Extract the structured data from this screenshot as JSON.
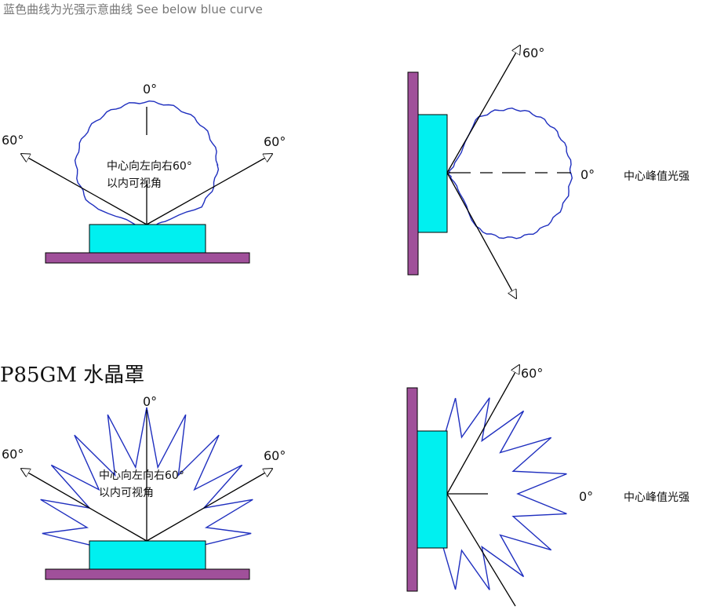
{
  "header": {
    "caption": "蓝色曲线为光强示意曲线  See below blue curve"
  },
  "section2": {
    "title": "P85GM 水晶罩"
  },
  "labels": {
    "deg0": "0°",
    "deg60": "60°",
    "view_line1": "中心向左向右60°",
    "view_line2": "以内可视角",
    "peak": "中心峰值光强"
  },
  "colors": {
    "curve": "#1f2fbf",
    "led_chip": "#00f0f0",
    "board": "#a0509a",
    "lines": "#000000"
  }
}
